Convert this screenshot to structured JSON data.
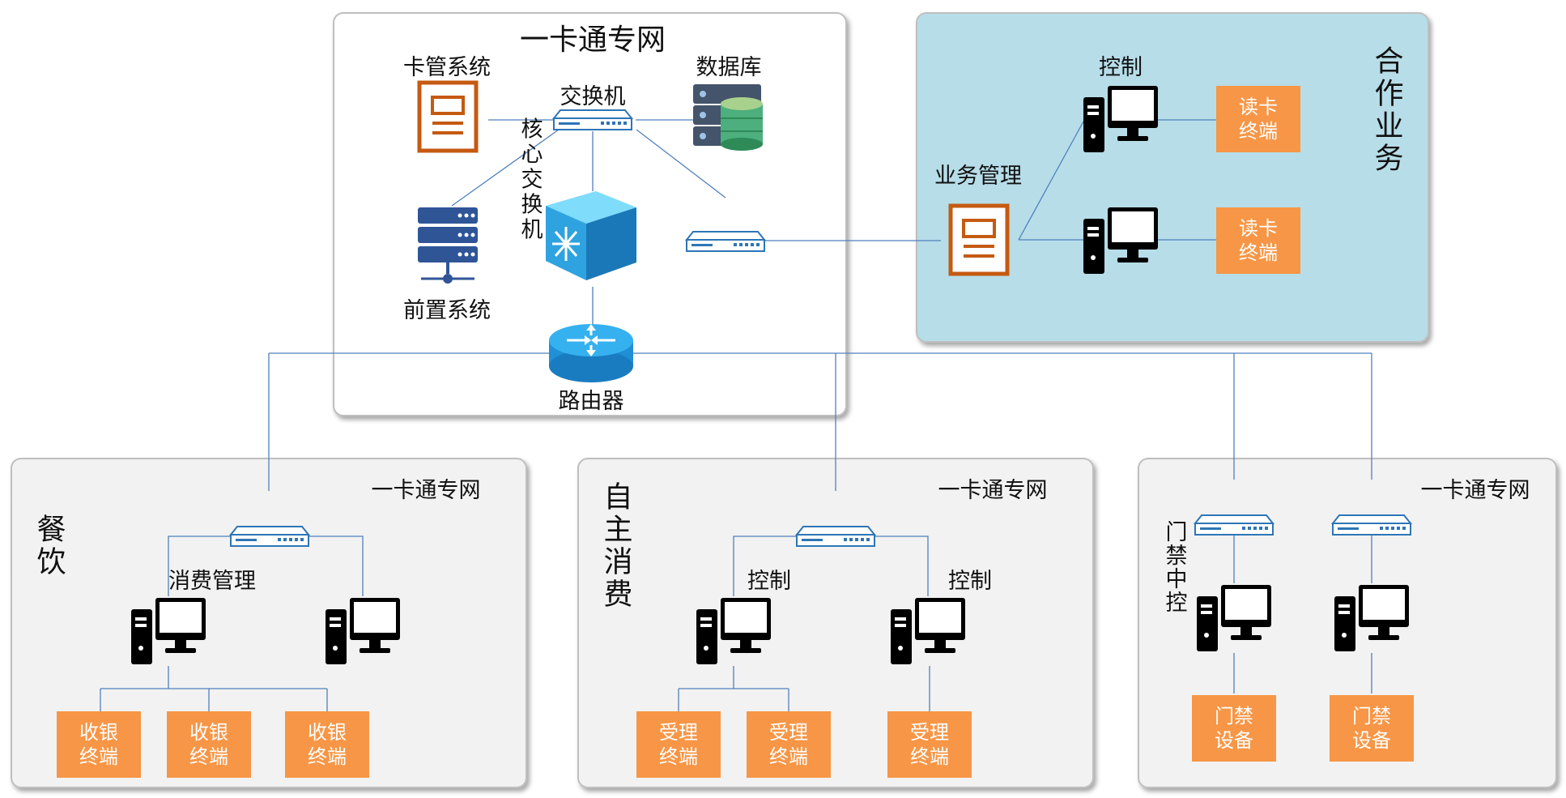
{
  "colors": {
    "panel_bg": "#f2f2f2",
    "partner_bg": "#b7dde8",
    "terminal": "#f79646",
    "line": "#4f81bd",
    "doc_icon": "#c55a11",
    "switch": "#2e75b6",
    "core_switch": "#2ea3e0",
    "router": "#1f8fd6",
    "server": "#2f5597",
    "db_green": "#4caf7d"
  },
  "core": {
    "title": "一卡通专网",
    "card_mgmt": "卡管系统",
    "switch": "交换机",
    "database": "数据库",
    "core_switch": "核心交换机",
    "front_system": "前置系统",
    "router": "路由器"
  },
  "partner": {
    "control": "控制",
    "biz_mgmt": "业务管理",
    "title": "合作业务",
    "terminal_line1": "读卡",
    "terminal_line2": "终端"
  },
  "catering": {
    "net": "一卡通专网",
    "title": "餐饮",
    "mgmt": "消费管理",
    "terminal_line1": "收银",
    "terminal_line2": "终端"
  },
  "self_service": {
    "net": "一卡通专网",
    "title": "自主消费",
    "control": "控制",
    "terminal_line1": "受理",
    "terminal_line2": "终端"
  },
  "access": {
    "net": "一卡通专网",
    "title": "门禁中控",
    "device_line1": "门禁",
    "device_line2": "设备"
  }
}
